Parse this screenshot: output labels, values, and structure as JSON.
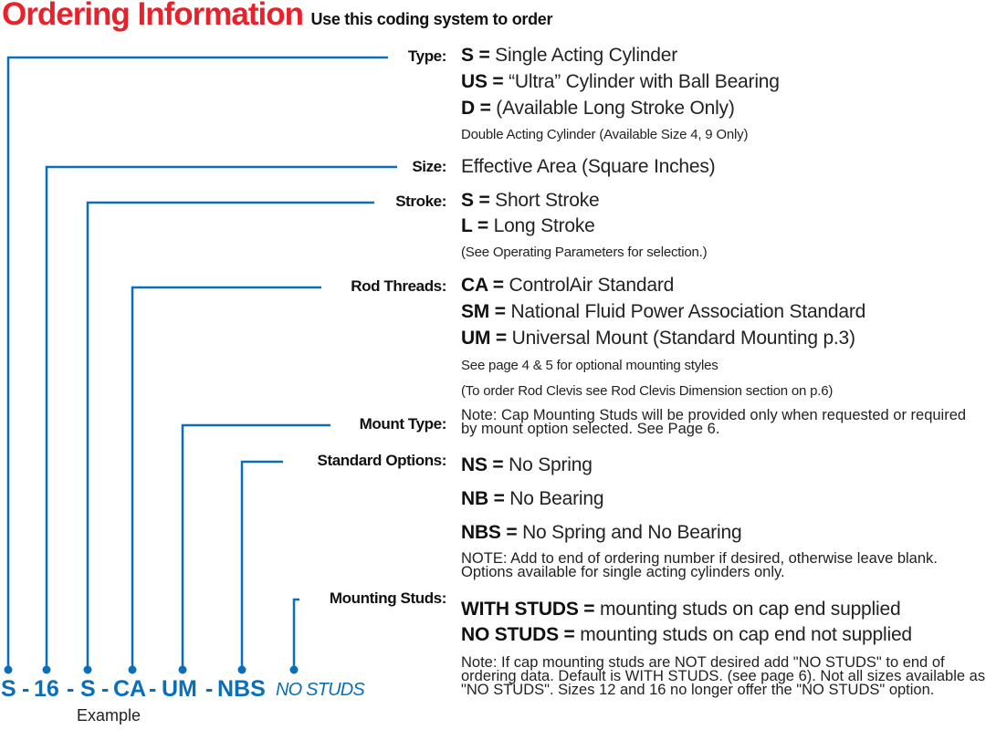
{
  "header": {
    "title": "Ordering Information",
    "subtitle": "Use this coding system to order"
  },
  "colors": {
    "title_red": "#e8212b",
    "accent_blue": "#0a6fb8",
    "text": "#1a1a1a"
  },
  "sections": {
    "type": {
      "label": "Type:",
      "lines": [
        {
          "code": "S =",
          "text": " Single Acting Cylinder"
        },
        {
          "code": "US =",
          "text": " “Ultra” Cylinder with Ball Bearing"
        },
        {
          "code": "D =",
          "text": " (Available Long Stroke Only)"
        }
      ],
      "note": "Double Acting Cylinder (Available Size 4, 9 Only)"
    },
    "size": {
      "label": "Size:",
      "text": "Effective Area (Square Inches)"
    },
    "stroke": {
      "label": "Stroke:",
      "lines": [
        {
          "code": "S =",
          "text": " Short Stroke"
        },
        {
          "code": "L =",
          "text": " Long Stroke"
        }
      ],
      "note": "(See Operating Parameters for selection.)"
    },
    "rod_threads": {
      "label": "Rod Threads:",
      "lines": [
        {
          "code": "CA =",
          "text": " ControlAir Standard"
        },
        {
          "code": "SM =",
          "text": " National Fluid Power Association Standard"
        },
        {
          "code": "UM =",
          "text": " Universal Mount (Standard Mounting p.3)"
        }
      ],
      "notes": [
        "See page 4 & 5 for optional mounting styles",
        "(To order Rod Clevis see Rod Clevis Dimension section on p.6)"
      ]
    },
    "mount_type": {
      "label": "Mount Type:",
      "note": "Note: Cap Mounting Studs will be provided only when requested or required by mount option selected. See Page 6."
    },
    "standard_options": {
      "label": "Standard Options:",
      "lines": [
        {
          "code": "NS =",
          "text": " No Spring"
        },
        {
          "code": "NB =",
          "text": " No Bearing"
        },
        {
          "code": "NBS =",
          "text": " No Spring and No Bearing"
        }
      ],
      "note": "NOTE: Add to end of ordering number if desired, otherwise leave blank. Options available for single acting cylinders only."
    },
    "mounting_studs": {
      "label": "Mounting Studs:",
      "lines": [
        {
          "code": "WITH STUDS =",
          "text": " mounting studs on cap end supplied"
        },
        {
          "code": "NO STUDS =",
          "text": " mounting studs on cap end not supplied"
        }
      ],
      "note": "Note: If cap mounting studs are NOT desired add \"NO STUDS\" to end of ordering data. Default is WITH STUDS. (see page 6). Not all sizes available as \"NO STUDS\". Sizes 12 and 16 no longer offer the \"NO STUDS\" option."
    }
  },
  "example": {
    "parts": [
      "S",
      "16",
      "S",
      "CA",
      "UM",
      "NBS"
    ],
    "separator": "-",
    "optional": "NO STUDS",
    "caption": "Example"
  }
}
